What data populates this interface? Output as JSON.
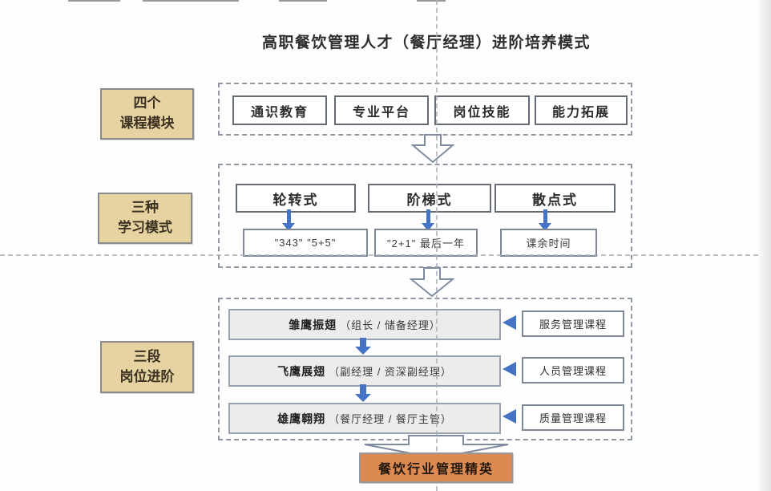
{
  "title": "高职餐饮管理人才（餐厅经理）进阶培养模式",
  "colors": {
    "accent_blue": "#4472c4",
    "label_tan": "#e7d3a2",
    "outcome_orange": "#dc8a51",
    "dashed_border_gray": "#8f98a3"
  },
  "side_labels": [
    {
      "line1": "四个",
      "line2": "课程模块"
    },
    {
      "line1": "三种",
      "line2": "学习模式"
    },
    {
      "line1": "三段",
      "line2": "岗位进阶"
    }
  ],
  "course_modules": [
    "通识教育",
    "专业平台",
    "岗位技能",
    "能力拓展"
  ],
  "learning_modes": [
    {
      "name": "轮转式",
      "detail": "\"343\"   \"5+5\""
    },
    {
      "name": "阶梯式",
      "detail": "\"2+1\" 最后一年"
    },
    {
      "name": "散点式",
      "detail": "课余时间"
    }
  ],
  "career_stages": [
    {
      "stage": "雏鹰振翅",
      "roles": "（组长 / 储备经理）",
      "course": "服务管理课程"
    },
    {
      "stage": "飞鹰展翅",
      "roles": "（副经理 / 资深副经理）",
      "course": "人员管理课程"
    },
    {
      "stage": "雄鹰翱翔",
      "roles": "（餐厅经理 / 餐厅主管）",
      "course": "质量管理课程"
    }
  ],
  "outcome": "餐饮行业管理精英"
}
